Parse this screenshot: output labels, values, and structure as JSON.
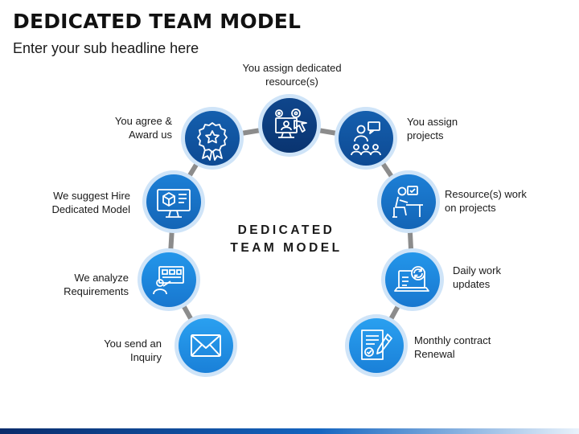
{
  "header": {
    "title": "DEDICATED TEAM MODEL",
    "subtitle": "Enter your sub headline here"
  },
  "center": {
    "line1": "DEDICATED",
    "line2": "TEAM MODEL"
  },
  "steps": [
    {
      "line1": "You send an",
      "line2": "Inquiry",
      "icon": "envelope-icon"
    },
    {
      "line1": "We analyze",
      "line2": "Requirements",
      "icon": "analysis-board-icon"
    },
    {
      "line1": "We suggest Hire",
      "line2": "Dedicated Model",
      "icon": "monitor-model-icon"
    },
    {
      "line1": "You agree &",
      "line2": "Award us",
      "icon": "award-badge-icon"
    },
    {
      "line1": "You assign dedicated",
      "line2": "resource(s)",
      "icon": "resource-gears-icon"
    },
    {
      "line1": "You assign",
      "line2": "projects",
      "icon": "presentation-team-icon"
    },
    {
      "line1": "Resource(s) work",
      "line2": "on projects",
      "icon": "person-at-desk-icon"
    },
    {
      "line1": "Daily work",
      "line2": "updates",
      "icon": "laptop-update-icon"
    },
    {
      "line1": "Monthly contract",
      "line2": "Renewal",
      "icon": "contract-pen-icon"
    }
  ],
  "colors": {
    "connector": "#8c8c8c",
    "circle_light": "#1f8fe6",
    "circle_mid": "#1a6fc4",
    "circle_dark": "#0d3f85",
    "ring": "#cfe4f8"
  }
}
